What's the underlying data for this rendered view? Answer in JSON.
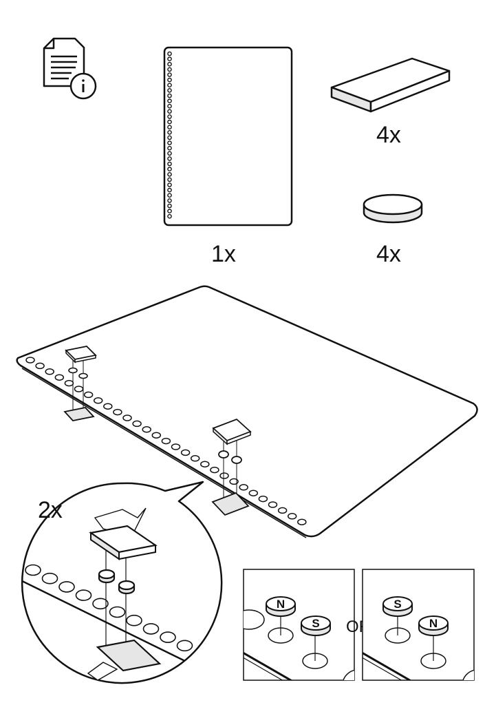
{
  "labels": {
    "notebook_qty": "1x",
    "pad_qty": "4x",
    "magnet_qty": "4x",
    "zoom_qty": "2x",
    "magnet_north": "N",
    "magnet_south": "S",
    "or_label": "OR"
  },
  "icons": {
    "info_document": "document-info-icon"
  },
  "colors": {
    "stroke": "#111111",
    "fill": "#ffffff",
    "shade": "#e6e6e6"
  }
}
